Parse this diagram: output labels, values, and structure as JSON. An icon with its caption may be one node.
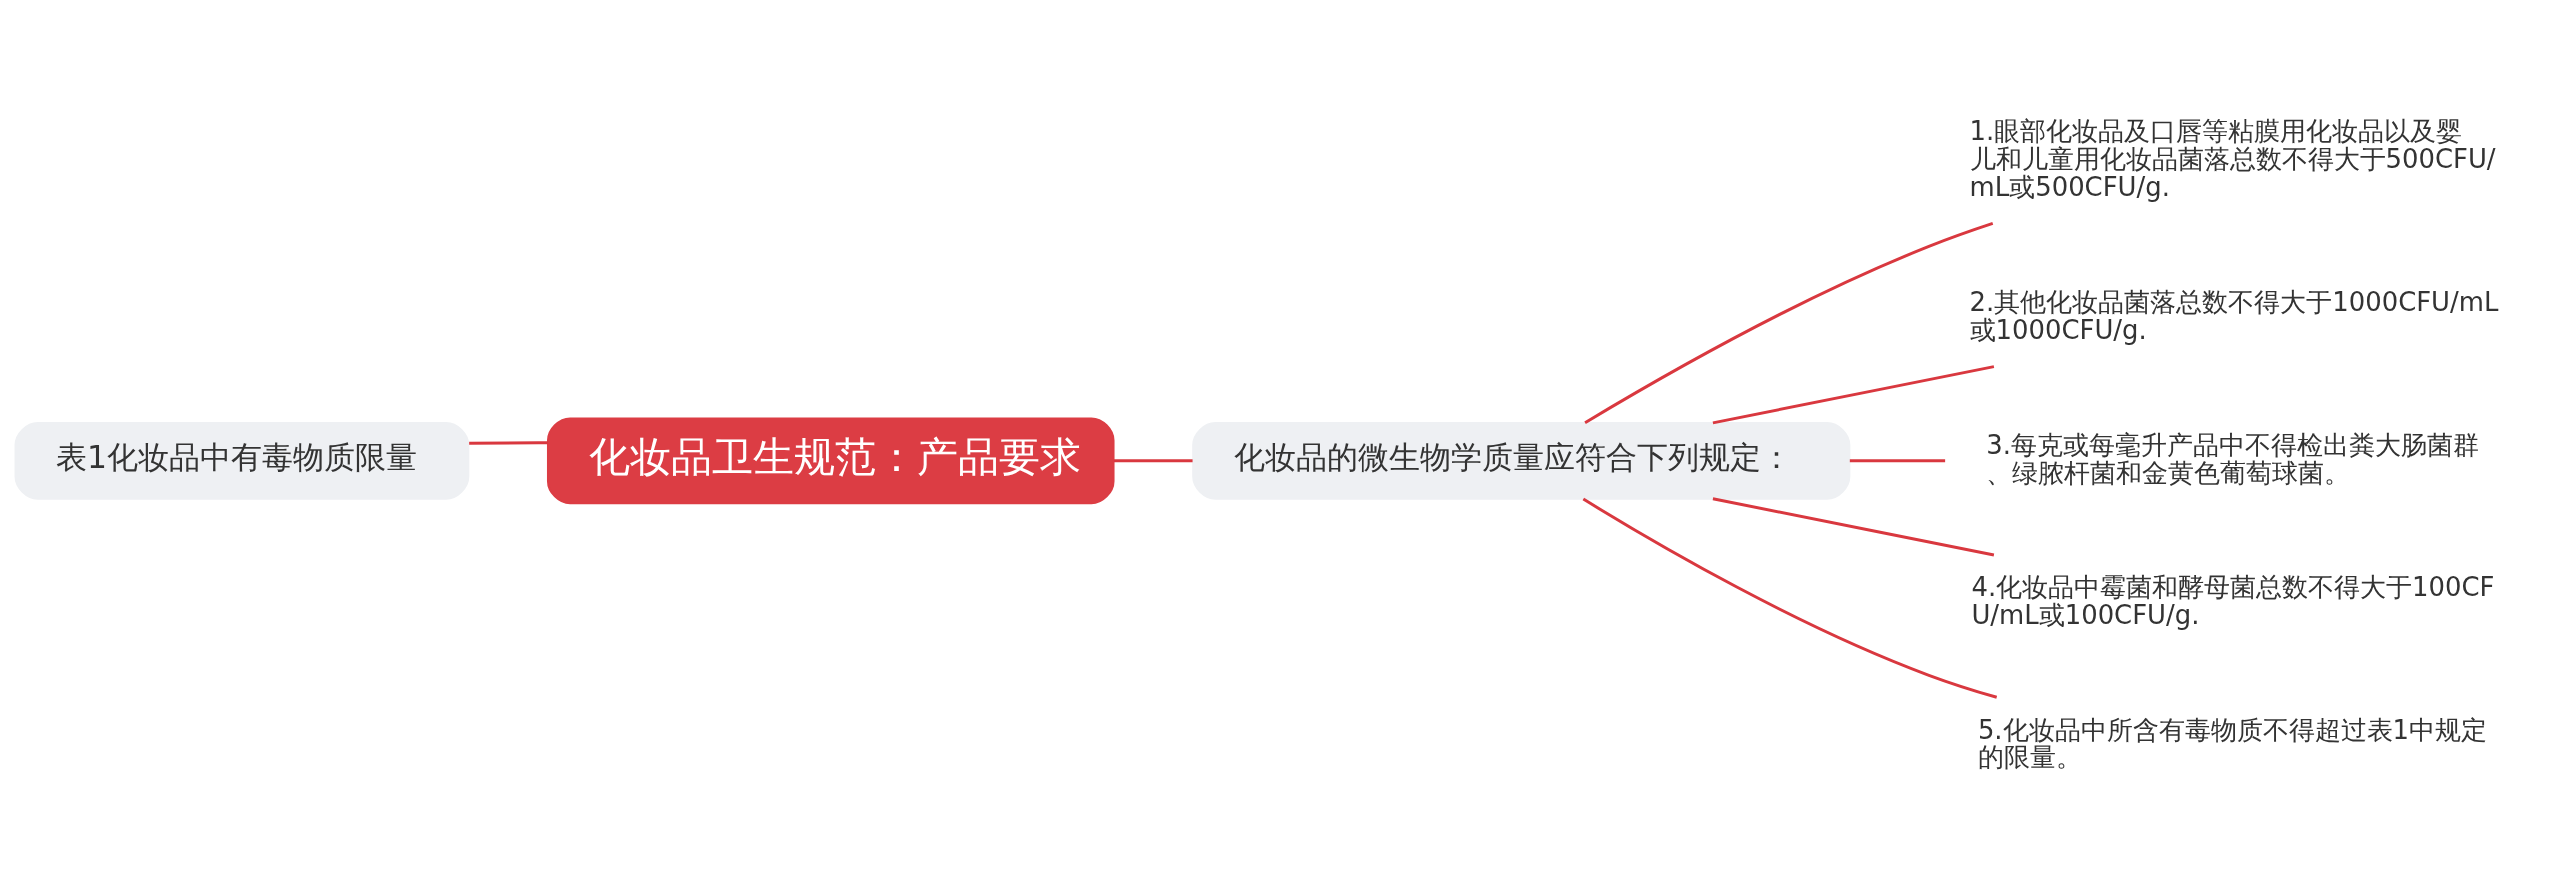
{
  "diagram": {
    "nodes": [
      {
        "text": [
          "化妆品卫生规范：产品要求"
        ]
      },
      {
        "text": [
          "表1化妆品中有毒物质限量"
        ]
      },
      {
        "text": [
          "化妆品的微生物学质量应符合下列规定："
        ]
      },
      {
        "text": [
          "1.眼部化妆品及口唇等粘膜用化妆品以及婴儿和儿童用化妆品菌落总数不得大于500CFU/mL或500CFU/g."
        ]
      },
      {
        "text": [
          "2.其他化妆品菌落总数不得大于1000CFU/mL或1000CFU/g."
        ]
      },
      {
        "text": [
          "3.每克或每毫升产品中不得检出粪大肠菌群、绿脓杆菌和金黄色葡萄球菌。"
        ]
      },
      {
        "text": [
          "4.化妆品中霉菌和酵母菌总数不得大于100CFU/mL或100CFU/g."
        ]
      },
      {
        "text": [
          "5.化妆品中所含有毒物质不得超过表1中规定的限量。"
        ]
      }
    ],
    "edges": [
      {
        "from": 0,
        "to": 1,
        "arrow": "none"
      },
      {
        "from": 0,
        "to": 2,
        "arrow": "none"
      },
      {
        "from": 2,
        "to": 3,
        "arrow": "none"
      },
      {
        "from": 2,
        "to": 4,
        "arrow": "none"
      },
      {
        "from": 2,
        "to": 5,
        "arrow": "none"
      },
      {
        "from": 2,
        "to": 6,
        "arrow": "none"
      },
      {
        "from": 2,
        "to": 7,
        "arrow": "none"
      }
    ]
  }
}
